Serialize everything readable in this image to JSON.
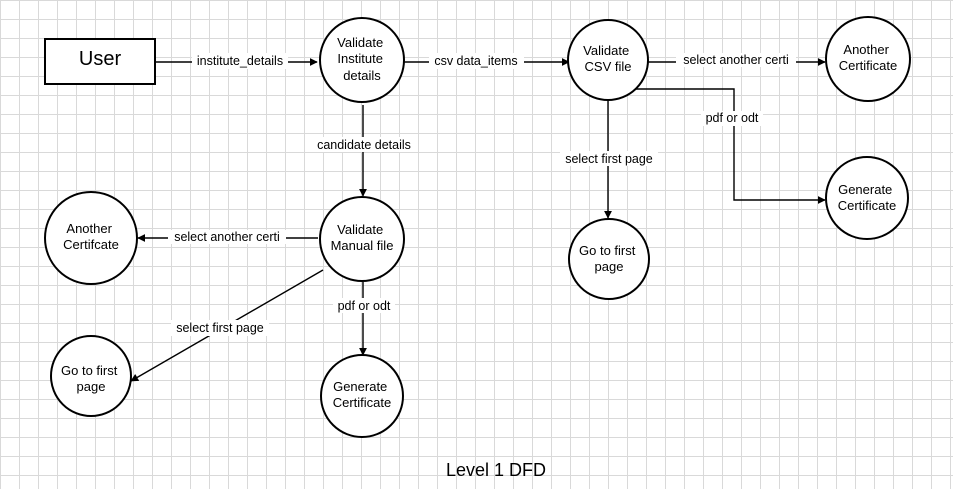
{
  "diagram": {
    "title": "Level 1 DFD",
    "nodes": {
      "user": {
        "lines": [
          "User"
        ]
      },
      "validate_institute": {
        "lines": [
          "Validate",
          "Institute",
          "details"
        ]
      },
      "validate_csv": {
        "lines": [
          "Validate",
          "CSV file"
        ]
      },
      "another_certificate_top": {
        "lines": [
          "Another",
          "Certificate"
        ]
      },
      "generate_certificate_right": {
        "lines": [
          "Generate",
          "Certificate"
        ]
      },
      "go_first_page_middle": {
        "lines": [
          "Go to first",
          "page"
        ]
      },
      "validate_manual": {
        "lines": [
          "Validate",
          "Manual file"
        ]
      },
      "another_certificate_left": {
        "lines": [
          "Another",
          "Certifcate"
        ]
      },
      "go_first_page_left": {
        "lines": [
          "Go to first",
          "page"
        ]
      },
      "generate_certificate_bottom": {
        "lines": [
          "Generate",
          "Certificate"
        ]
      }
    },
    "edges": {
      "user_to_institute": "institute_details",
      "institute_to_csv": "csv data_items",
      "csv_to_another": "select another certi",
      "csv_to_generate": "pdf or odt",
      "csv_to_first_page": "select first page",
      "institute_to_manual": "candidate details",
      "manual_to_another": "select another certi",
      "manual_to_first_page": "select first page",
      "manual_to_generate": "pdf or odt"
    }
  }
}
